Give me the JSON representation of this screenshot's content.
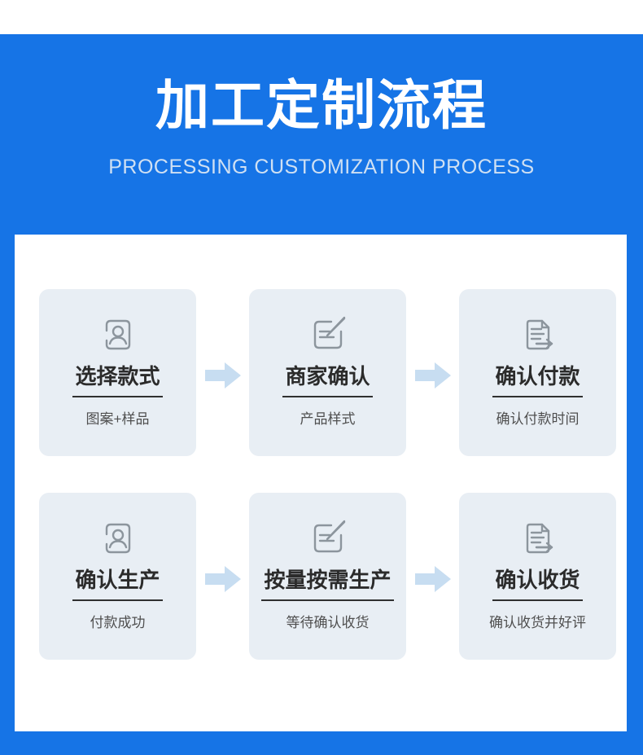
{
  "header": {
    "title": "加工定制流程",
    "subtitle": "PROCESSING CUSTOMIZATION PROCESS"
  },
  "steps": [
    {
      "icon": "id-card-icon",
      "title": "选择款式",
      "subtitle": "图案+样品"
    },
    {
      "icon": "edit-note-icon",
      "title": "商家确认",
      "subtitle": "产品样式"
    },
    {
      "icon": "document-send-icon",
      "title": "确认付款",
      "subtitle": "确认付款时间"
    },
    {
      "icon": "id-card-icon",
      "title": "确认生产",
      "subtitle": "付款成功"
    },
    {
      "icon": "edit-note-icon",
      "title": "按量按需生产",
      "subtitle": "等待确认收货"
    },
    {
      "icon": "document-send-icon",
      "title": "确认收货",
      "subtitle": "确认收货并好评"
    }
  ],
  "colors": {
    "background_blue": "#1674e6",
    "card_background": "#e8eef4",
    "arrow_blue": "#c7ddf1",
    "heading_white": "#ffffff",
    "subtitle_light_blue": "#cfe0f3",
    "card_title_dark": "#2b2b2b",
    "card_subtitle_gray": "#4f4f4f",
    "icon_gray": "#8c959d"
  }
}
